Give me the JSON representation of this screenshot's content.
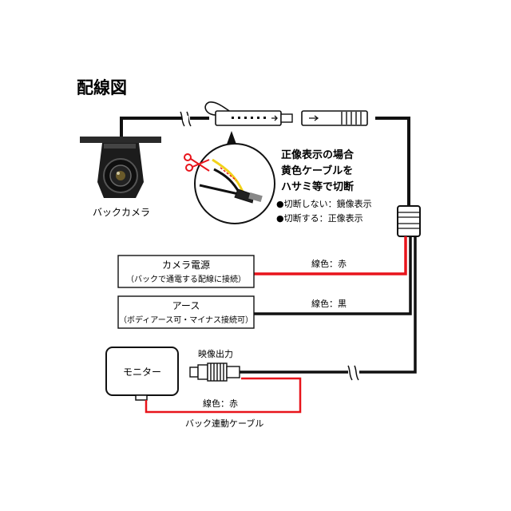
{
  "title": "配線図",
  "camera": {
    "label": "バックカメラ",
    "icon": "back-camera-icon"
  },
  "note": {
    "line1": "正像表示の場合",
    "line2": "黄色ケーブルを",
    "line3": "ハサミ等で切断",
    "bullet1": "●切断しない：鏡像表示",
    "bullet2": "●切断する：正像表示",
    "icon": "scissors-icon"
  },
  "power_box": {
    "title": "カメラ電源",
    "sub": "（バックで通電する配線に接続）",
    "wire_label": "線色：赤"
  },
  "ground_box": {
    "title": "アース",
    "sub": "（ボディアース可・マイナス接続可）",
    "wire_label": "線色：黒"
  },
  "monitor": {
    "label": "モニター",
    "video_out": "映像出力",
    "wire_label": "線色：赤",
    "cable_label": "バック連動ケーブル"
  },
  "colors": {
    "wire_black": "#111111",
    "wire_red": "#e8141b",
    "wire_yellow": "#f2d21a"
  }
}
